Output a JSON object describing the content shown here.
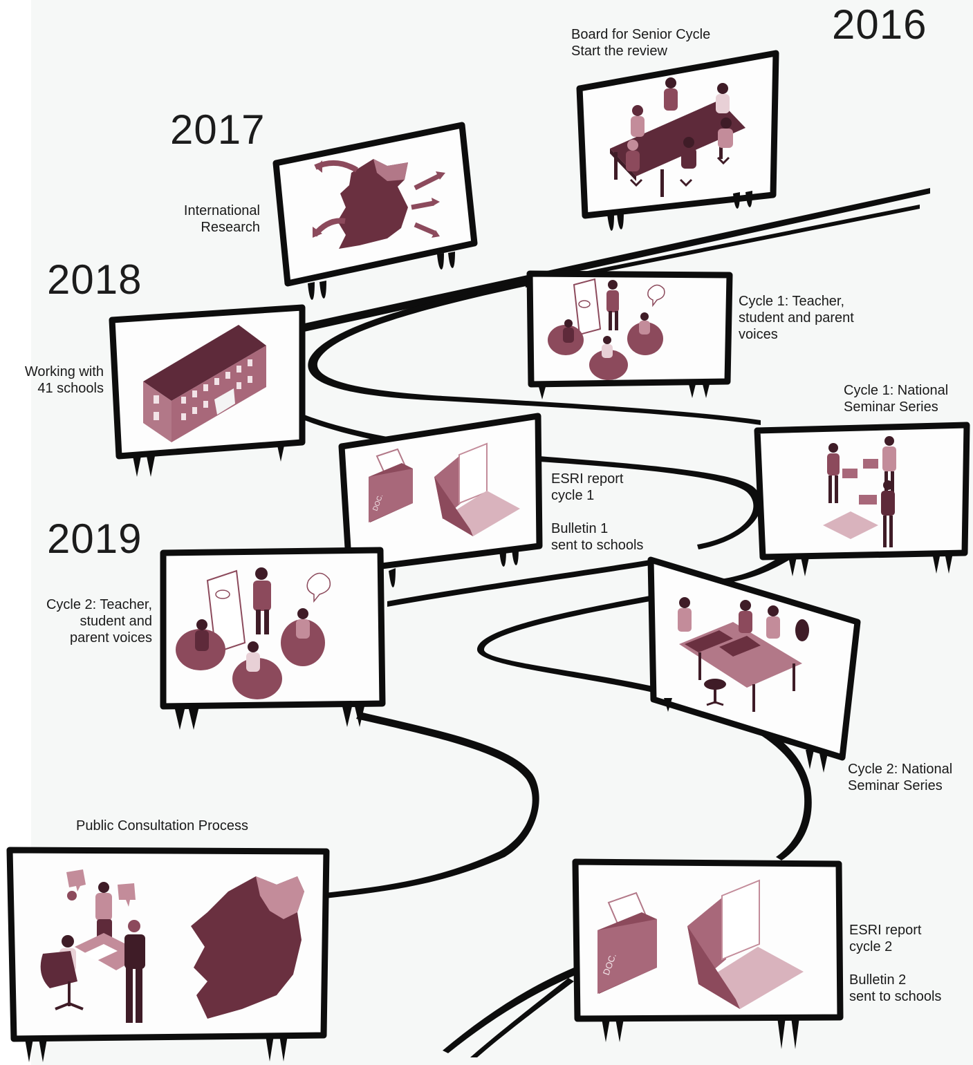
{
  "years": {
    "y2016": "2016",
    "y2017": "2017",
    "y2018": "2018",
    "y2019": "2019"
  },
  "milestones": {
    "board": {
      "line1": "Board for Senior Cycle",
      "line2": "Start the review"
    },
    "research": {
      "line1": "International",
      "line2": "Research"
    },
    "schools": {
      "line1": "Working with",
      "line2": "41 schools"
    },
    "cycle1_voices": {
      "line1": "Cycle 1: Teacher,",
      "line2": "student and parent",
      "line3": "voices"
    },
    "cycle1_seminar": {
      "line1": "Cycle 1: National",
      "line2": "Seminar Series"
    },
    "esri1": {
      "line1": "ESRI report",
      "line2": "cycle 1",
      "line3": "Bulletin 1",
      "line4": "sent to schools"
    },
    "cycle2_voices": {
      "line1": "Cycle 2: Teacher,",
      "line2": "student and",
      "line3": "parent voices"
    },
    "cycle2_seminar": {
      "line1": "Cycle 2: National",
      "line2": "Seminar Series"
    },
    "public": {
      "line1": "Public Consultation Process"
    },
    "esri2": {
      "line1": "ESRI report",
      "line2": "cycle 2",
      "line3": "Bulletin 2",
      "line4": "sent to schools"
    }
  },
  "colors": {
    "background": "#f7f8f7",
    "ink": "#0d0d0d",
    "maroon_dark": "#5e2a3a",
    "maroon_mid": "#8c4a5c",
    "maroon_light": "#c38c9a",
    "screen": "#fdfdfd"
  }
}
